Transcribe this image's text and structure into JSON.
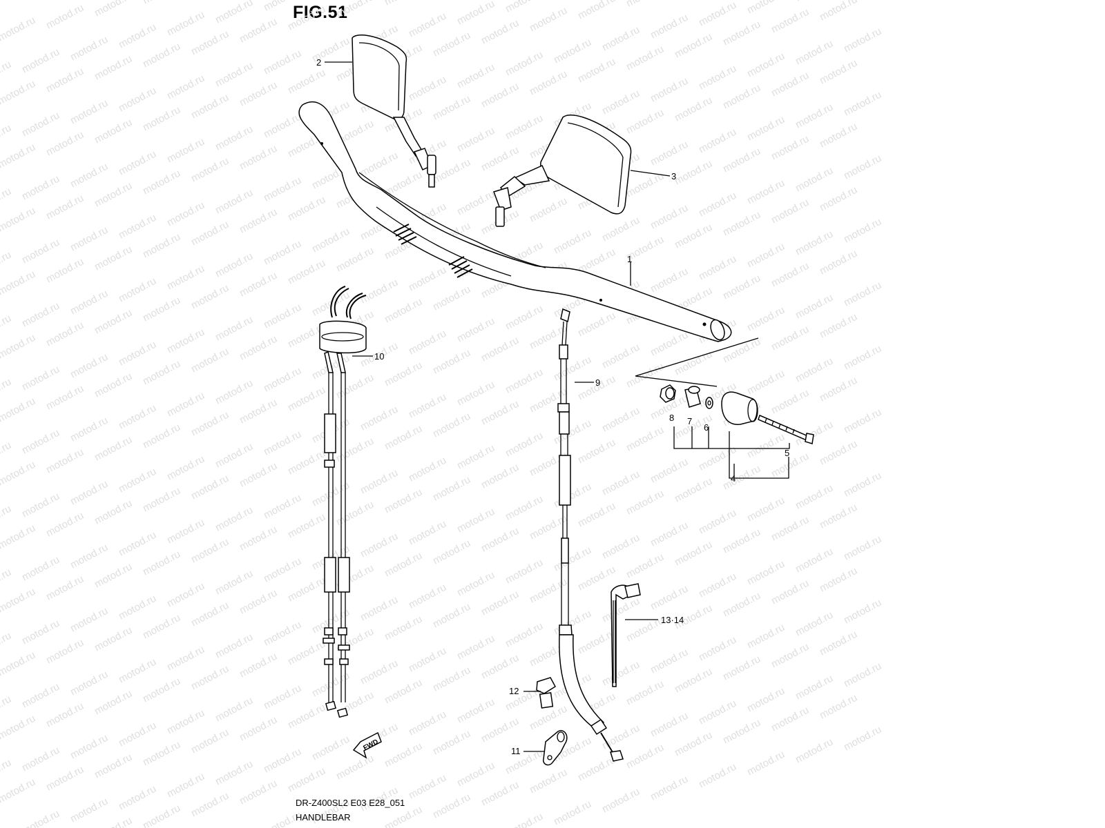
{
  "figure": {
    "title": "FIG.51",
    "model_code": "DR-Z400SL2 E03 E28_051",
    "section_name": "HANDLEBAR",
    "watermark_text": "motod.ru",
    "direction_label": "FWD"
  },
  "callouts": [
    {
      "id": "1",
      "label": "1"
    },
    {
      "id": "2",
      "label": "2"
    },
    {
      "id": "3",
      "label": "3"
    },
    {
      "id": "4",
      "label": "4"
    },
    {
      "id": "5",
      "label": "5"
    },
    {
      "id": "6",
      "label": "6"
    },
    {
      "id": "7",
      "label": "7"
    },
    {
      "id": "8",
      "label": "8"
    },
    {
      "id": "9",
      "label": "9"
    },
    {
      "id": "10",
      "label": "10"
    },
    {
      "id": "11",
      "label": "11"
    },
    {
      "id": "12",
      "label": "12"
    },
    {
      "id": "13-14",
      "label": "13·14"
    }
  ],
  "colors": {
    "line": "#000000",
    "watermark": "#dedede",
    "background": "#ffffff"
  }
}
